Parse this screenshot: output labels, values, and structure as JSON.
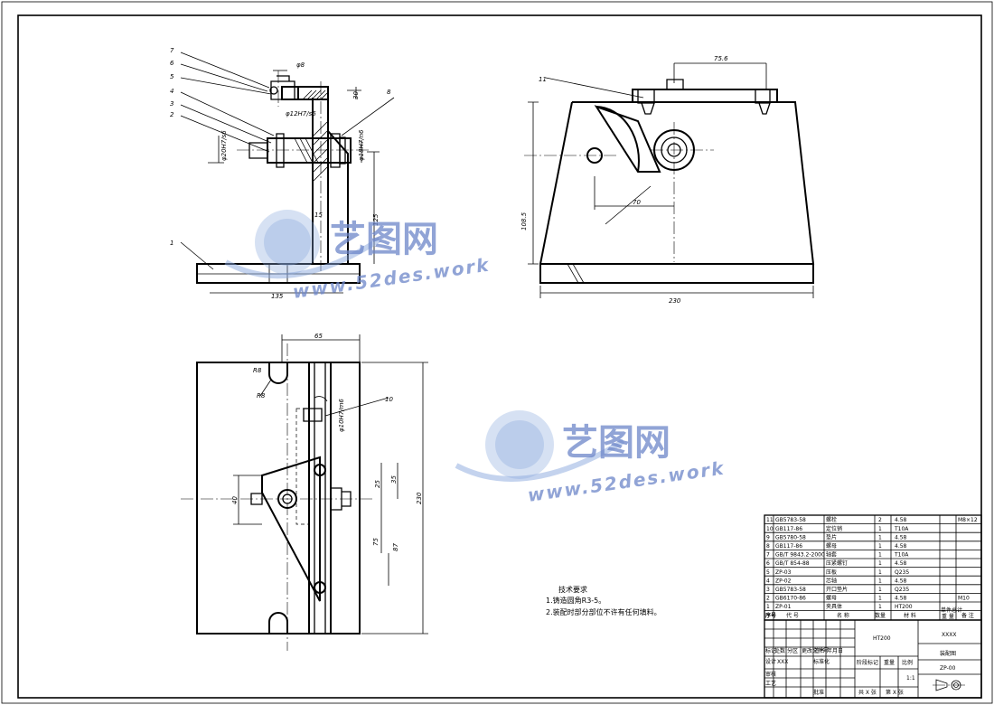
{
  "drawing": {
    "front_view": {
      "part_numbers": [
        "7",
        "6",
        "5",
        "4",
        "3",
        "2",
        "1",
        "8"
      ],
      "dims": [
        "φ8",
        "30",
        "φ12H7/s6",
        "φ20H7/s6",
        "φ18H7/n6",
        "15",
        "135",
        "125"
      ]
    },
    "side_view": {
      "part_numbers": [
        "11"
      ],
      "dims": [
        "75.6",
        "70",
        "108.5",
        "230"
      ]
    },
    "top_view": {
      "part_numbers": [
        "10"
      ],
      "dims": [
        "65",
        "R8",
        "R8",
        "φ10H7/m6",
        "40",
        "35",
        "25",
        "75",
        "87",
        "230"
      ]
    }
  },
  "watermark": {
    "cn": "艺图网",
    "en": "www.52des.work"
  },
  "tech_notes": {
    "title": "技术要求",
    "lines": [
      "1.铸造圆角R3-5。",
      "2.装配时部分部位不许有任何填料。"
    ]
  },
  "bom": {
    "rows": [
      {
        "no": "11",
        "code": "GB5783-58",
        "name": "螺栓",
        "qty": "2",
        "mat": "4.58",
        "note": "M8×12"
      },
      {
        "no": "10",
        "code": "GB117-86",
        "name": "定位销",
        "qty": "1",
        "mat": "T10A",
        "note": ""
      },
      {
        "no": "9",
        "code": "GB5780-58",
        "name": "垫片",
        "qty": "1",
        "mat": "4.58",
        "note": ""
      },
      {
        "no": "8",
        "code": "GB117-86",
        "name": "螺母",
        "qty": "1",
        "mat": "4.58",
        "note": ""
      },
      {
        "no": "7",
        "code": "GB/T 9843.2-2000",
        "name": "轴套",
        "qty": "1",
        "mat": "T10A",
        "note": ""
      },
      {
        "no": "6",
        "code": "GB/T 854-88",
        "name": "压紧螺钉",
        "qty": "1",
        "mat": "4.58",
        "note": ""
      },
      {
        "no": "5",
        "code": "ZP-03",
        "name": "压板",
        "qty": "1",
        "mat": "Q235",
        "note": ""
      },
      {
        "no": "4",
        "code": "ZP-02",
        "name": "芯轴",
        "qty": "1",
        "mat": "4.58",
        "note": ""
      },
      {
        "no": "3",
        "code": "GB5783-58",
        "name": "开口垫片",
        "qty": "1",
        "mat": "Q235",
        "note": ""
      },
      {
        "no": "2",
        "code": "GB6170-86",
        "name": "螺母",
        "qty": "1",
        "mat": "4.58",
        "note": "M10"
      },
      {
        "no": "1",
        "code": "ZP-01",
        "name": "夹具体",
        "qty": "1",
        "mat": "HT200",
        "note": ""
      }
    ],
    "header": {
      "no": "序号",
      "code": "代 号",
      "name": "名 称",
      "qty": "数量",
      "mat": "材 料",
      "unit_weight": "单件总计",
      "weight": "重 量",
      "note": "备 注"
    }
  },
  "title_block": {
    "material": "HT200",
    "company": "XXXX",
    "drawing_name": "装配图",
    "drawing_no": "ZP-00",
    "scale": "1:1",
    "labels": {
      "marks": "标记",
      "count": "处数",
      "zone": "分区",
      "change_doc": "更改文件号",
      "sign": "签名",
      "date": "年月日",
      "design": "设计",
      "designer": "XXX",
      "standardize": "标准化",
      "stage": "阶段标记",
      "weight": "重量",
      "ratio": "比例",
      "review": "审核",
      "process": "工艺",
      "approve": "批准",
      "total": "共 X 张",
      "sheet": "第 X 张"
    }
  }
}
